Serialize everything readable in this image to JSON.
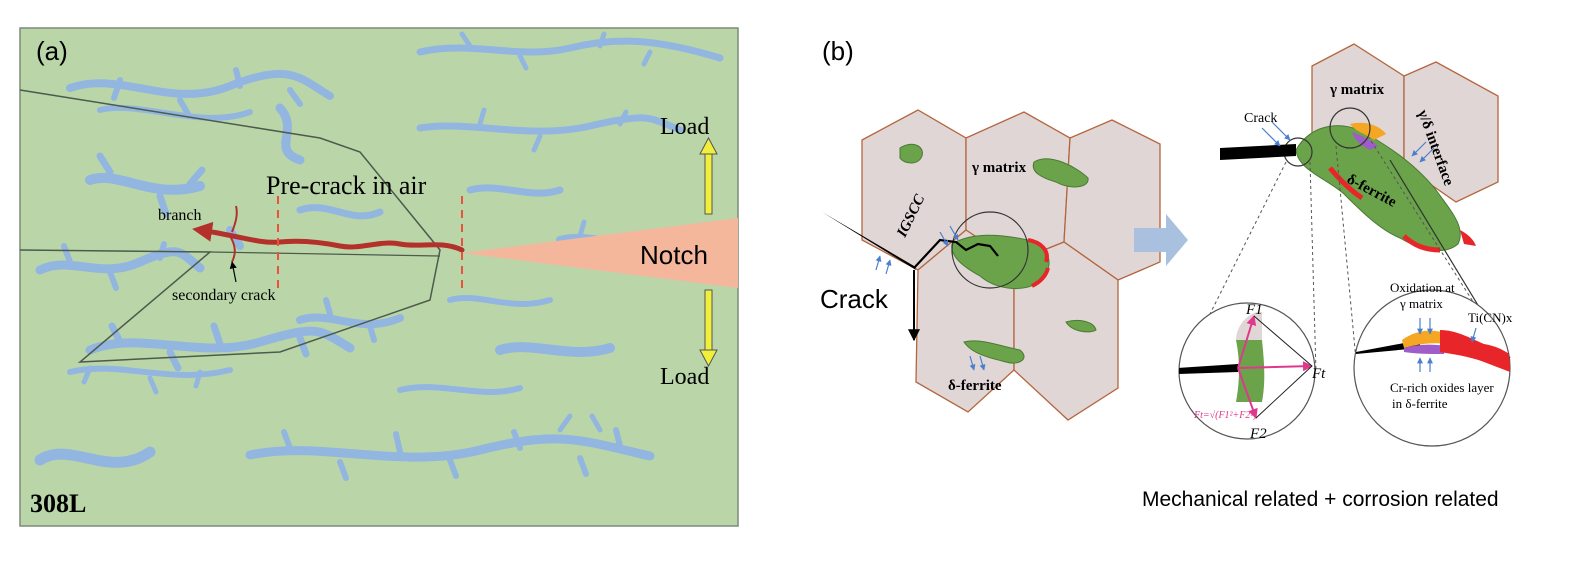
{
  "panel_a": {
    "label": "(a)",
    "alloy": "308L",
    "precrack": "Pre-crack in air",
    "load_top": "Load",
    "load_bottom": "Load",
    "notch": "Notch",
    "branch": "branch",
    "secondary": "secondary crack"
  },
  "panel_b": {
    "label": "(b)",
    "crack_main": "Crack",
    "igscc": "IGSCC",
    "gamma_matrix_left": "γ matrix",
    "delta_ferrite_left": "δ-ferrite",
    "crack_small": "Crack",
    "gamma_matrix_right": "γ matrix",
    "interface": "γ/δ interface",
    "delta_ferrite_right": "δ-ferrite",
    "f1": "F1",
    "f2": "F2",
    "ft": "Ft",
    "formula": "Ft=√(F1²+F2²)",
    "oxidation_line1": "Oxidation at",
    "oxidation_line2": "γ matrix",
    "ticn": "Ti(CN)x",
    "cr_line1": "Cr-rich oxides layer",
    "cr_line2": "in δ-ferrite",
    "caption": "Mechanical related + corrosion related"
  },
  "colors": {
    "matrix_green": "#bad6a9",
    "ferrite_blue": "#92b6e0",
    "grain_gray": "#e0d6d6",
    "grain_border": "#b4653e",
    "ferrite_green": "#6aa34a",
    "oxide_red": "#e8262a",
    "crack_red": "#b3302b",
    "notch_salmon": "#f4b79c",
    "oxide_orange": "#f5a623",
    "cr_purple": "#a05cc8",
    "arrow_yellow": "#f2ef3c",
    "magenta": "#e0388c"
  }
}
